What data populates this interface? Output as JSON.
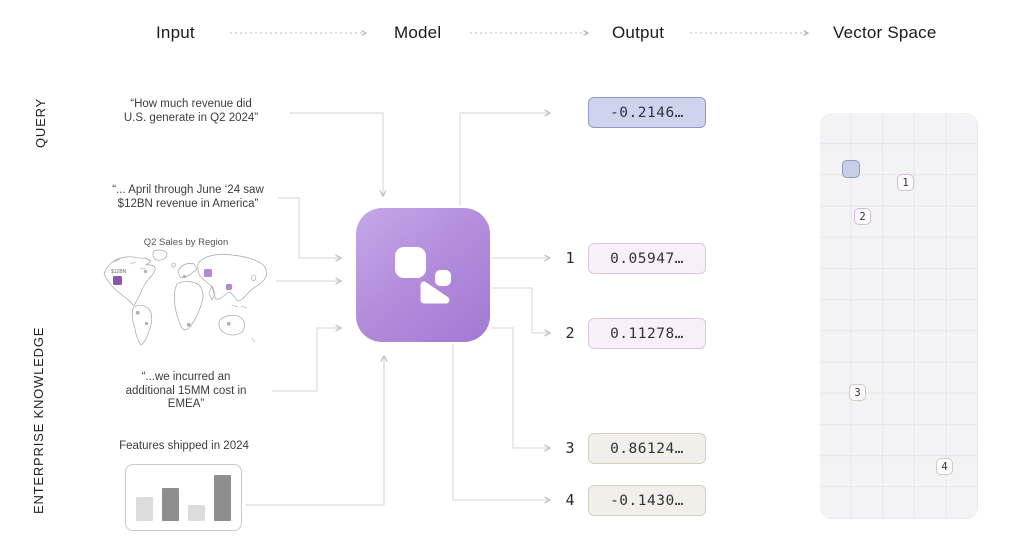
{
  "header": {
    "stages": [
      {
        "label": "Input"
      },
      {
        "label": "Model"
      },
      {
        "label": "Output"
      },
      {
        "label": "Vector Space"
      }
    ]
  },
  "side_labels": {
    "query": "QUERY",
    "knowledge": "ENTERPRISE KNOWLEDGE"
  },
  "inputs": {
    "query_text": "“How much revenue did\nU.S. generate in Q2 2024”",
    "doc_april": "“... April through June ‘24 saw\n$12BN revenue in America”",
    "map": {
      "title": "Q2 Sales by Region",
      "na_value": "$12BN"
    },
    "doc_emea": "“...we incurred an\nadditional 15MM cost in\nEMEA”",
    "chart": {
      "title": "Features shipped in 2024",
      "bars": [
        {
          "h": 24,
          "tone": "light"
        },
        {
          "h": 33,
          "tone": "dark"
        },
        {
          "h": 16,
          "tone": "light"
        },
        {
          "h": 46,
          "tone": "dark"
        }
      ]
    }
  },
  "outputs": {
    "query": {
      "value": "-0.2146…"
    },
    "items": [
      {
        "index": "1",
        "value": "0.05947…"
      },
      {
        "index": "2",
        "value": "0.11278…"
      },
      {
        "index": "3",
        "value": "0.86124…"
      },
      {
        "index": "4",
        "value": "-0.1430…"
      }
    ]
  },
  "vector_space": {
    "markers": [
      {
        "id": "query",
        "label": ""
      },
      {
        "id": "1",
        "label": "1"
      },
      {
        "id": "2",
        "label": "2"
      },
      {
        "id": "3",
        "label": "3"
      },
      {
        "id": "4",
        "label": "4"
      }
    ]
  },
  "colors": {
    "model_purple": "#a981d6",
    "query_fill": "#ced4ed",
    "query_border": "#8f99c7",
    "pink_fill": "#f8f0f9",
    "pink_border": "#dcc5e2",
    "tan_fill": "#f0efe9",
    "tan_border": "#d6d1bd",
    "marker_purple": "#9b59b6",
    "connector_gray": "#dcdcdc"
  }
}
